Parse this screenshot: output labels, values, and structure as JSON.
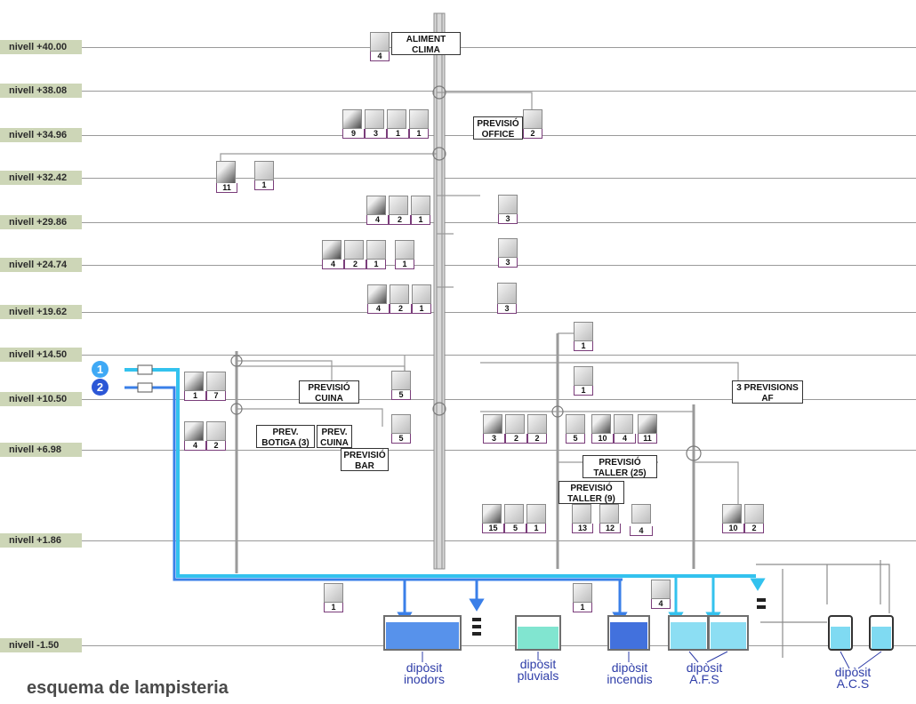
{
  "levels": [
    {
      "label": "nivell +40.00"
    },
    {
      "label": "nivell +38.08"
    },
    {
      "label": "nivell +34.96"
    },
    {
      "label": "nivell +32.42"
    },
    {
      "label": "nivell +29.86"
    },
    {
      "label": "nivell +24.74"
    },
    {
      "label": "nivell +19.62"
    },
    {
      "label": "nivell +14.50"
    },
    {
      "label": "nivell +10.50"
    },
    {
      "label": "nivell +6.98"
    },
    {
      "label": "nivell +1.86"
    },
    {
      "label": "nivell -1.50"
    }
  ],
  "boxes": {
    "aliment_clima": "ALIMENT\nCLIMA",
    "previsio_office": "PREVISIÓ\nOFFICE",
    "previsio_cuina": "PREVISIÓ\nCUINA",
    "prev_botiga": "PREV.\nBOTIGA (3)",
    "prev_cuina": "PREV.\nCUINA",
    "previsio_bar": "PREVISIÓ\nBAR",
    "previsio_taller_25": "PREVISIÓ\nTALLER (25)",
    "previsio_taller_9": "PREVISIÓ\nTALLER (9)",
    "previsions_af": "3 PREVISIONS\nAF"
  },
  "fixture_counts": [
    "4",
    "9",
    "3",
    "1",
    "1",
    "2",
    "11",
    "1",
    "4",
    "2",
    "1",
    "3",
    "4",
    "2",
    "1",
    "1",
    "3",
    "4",
    "2",
    "1",
    "3",
    "1",
    "1",
    "1",
    "7",
    "5",
    "4",
    "2",
    "5",
    "3",
    "2",
    "2",
    "5",
    "10",
    "4",
    "11",
    "15",
    "5",
    "1",
    "13",
    "12",
    "4",
    "10",
    "2",
    "1",
    "1",
    "4"
  ],
  "inlets": [
    "1",
    "2"
  ],
  "tanks": [
    {
      "label": "dipòsit\ninodors"
    },
    {
      "label": "dipòsit\npluvials"
    },
    {
      "label": "dipòsit\nincendis"
    },
    {
      "label": "dipòsit\nA.F.S"
    },
    {
      "label": "dipòsit\nA.C.S"
    }
  ],
  "title": "esquema de lampisteria",
  "colors": {
    "pipe_cold": "#3a7fe8",
    "pipe_light": "#33c2ee",
    "level_band": "#cdd6b7",
    "riser": "#9a9a9a",
    "tank_label": "#2e3da8"
  }
}
